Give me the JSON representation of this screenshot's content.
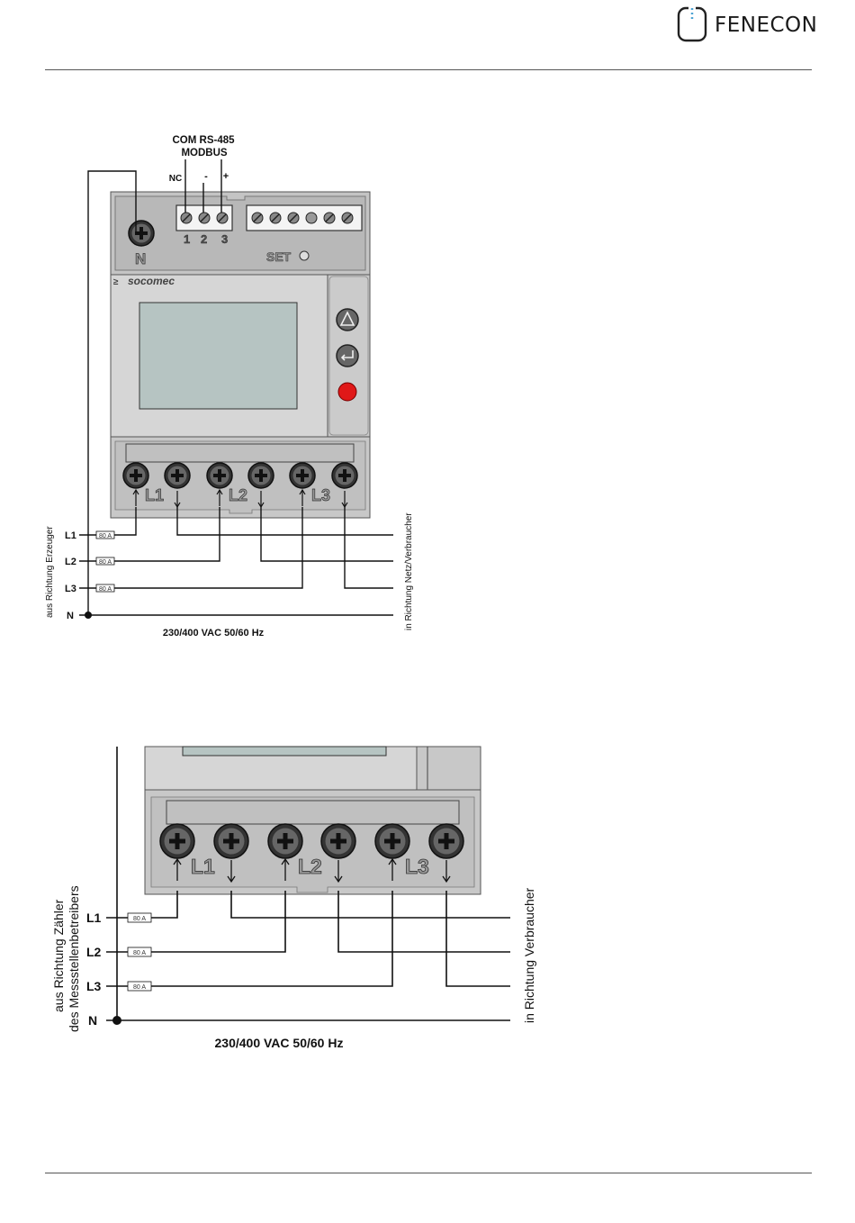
{
  "header": {
    "brand": "FENECON"
  },
  "diagram1": {
    "comm_title": "COM RS-485",
    "comm_protocol": "MODBUS",
    "pin_nc": "NC",
    "pin_minus": "-",
    "pin_plus": "+",
    "terminal_numbers": [
      "1",
      "2",
      "3"
    ],
    "neutral_terminal": "N",
    "set_label": "SET",
    "brand": "socomec",
    "phase_markers": [
      "L1",
      "L2",
      "L3"
    ],
    "line_labels": [
      "L1",
      "L2",
      "L3",
      "N"
    ],
    "fuse_rating": "80 A",
    "left_direction": "aus Richtung Erzeuger",
    "right_direction": "in Richtung Netz/Verbraucher",
    "voltage": "230/400 VAC 50/60 Hz"
  },
  "diagram2": {
    "phase_markers": [
      "L1",
      "L2",
      "L3"
    ],
    "line_labels": [
      "L1",
      "L2",
      "L3",
      "N"
    ],
    "fuse_rating": "80 A",
    "left_direction_line1": "aus Richtung Zähler",
    "left_direction_line2": "des Messstellenbetreibers",
    "right_direction": "in Richtung Verbraucher",
    "voltage": "230/400 VAC 50/60 Hz"
  }
}
